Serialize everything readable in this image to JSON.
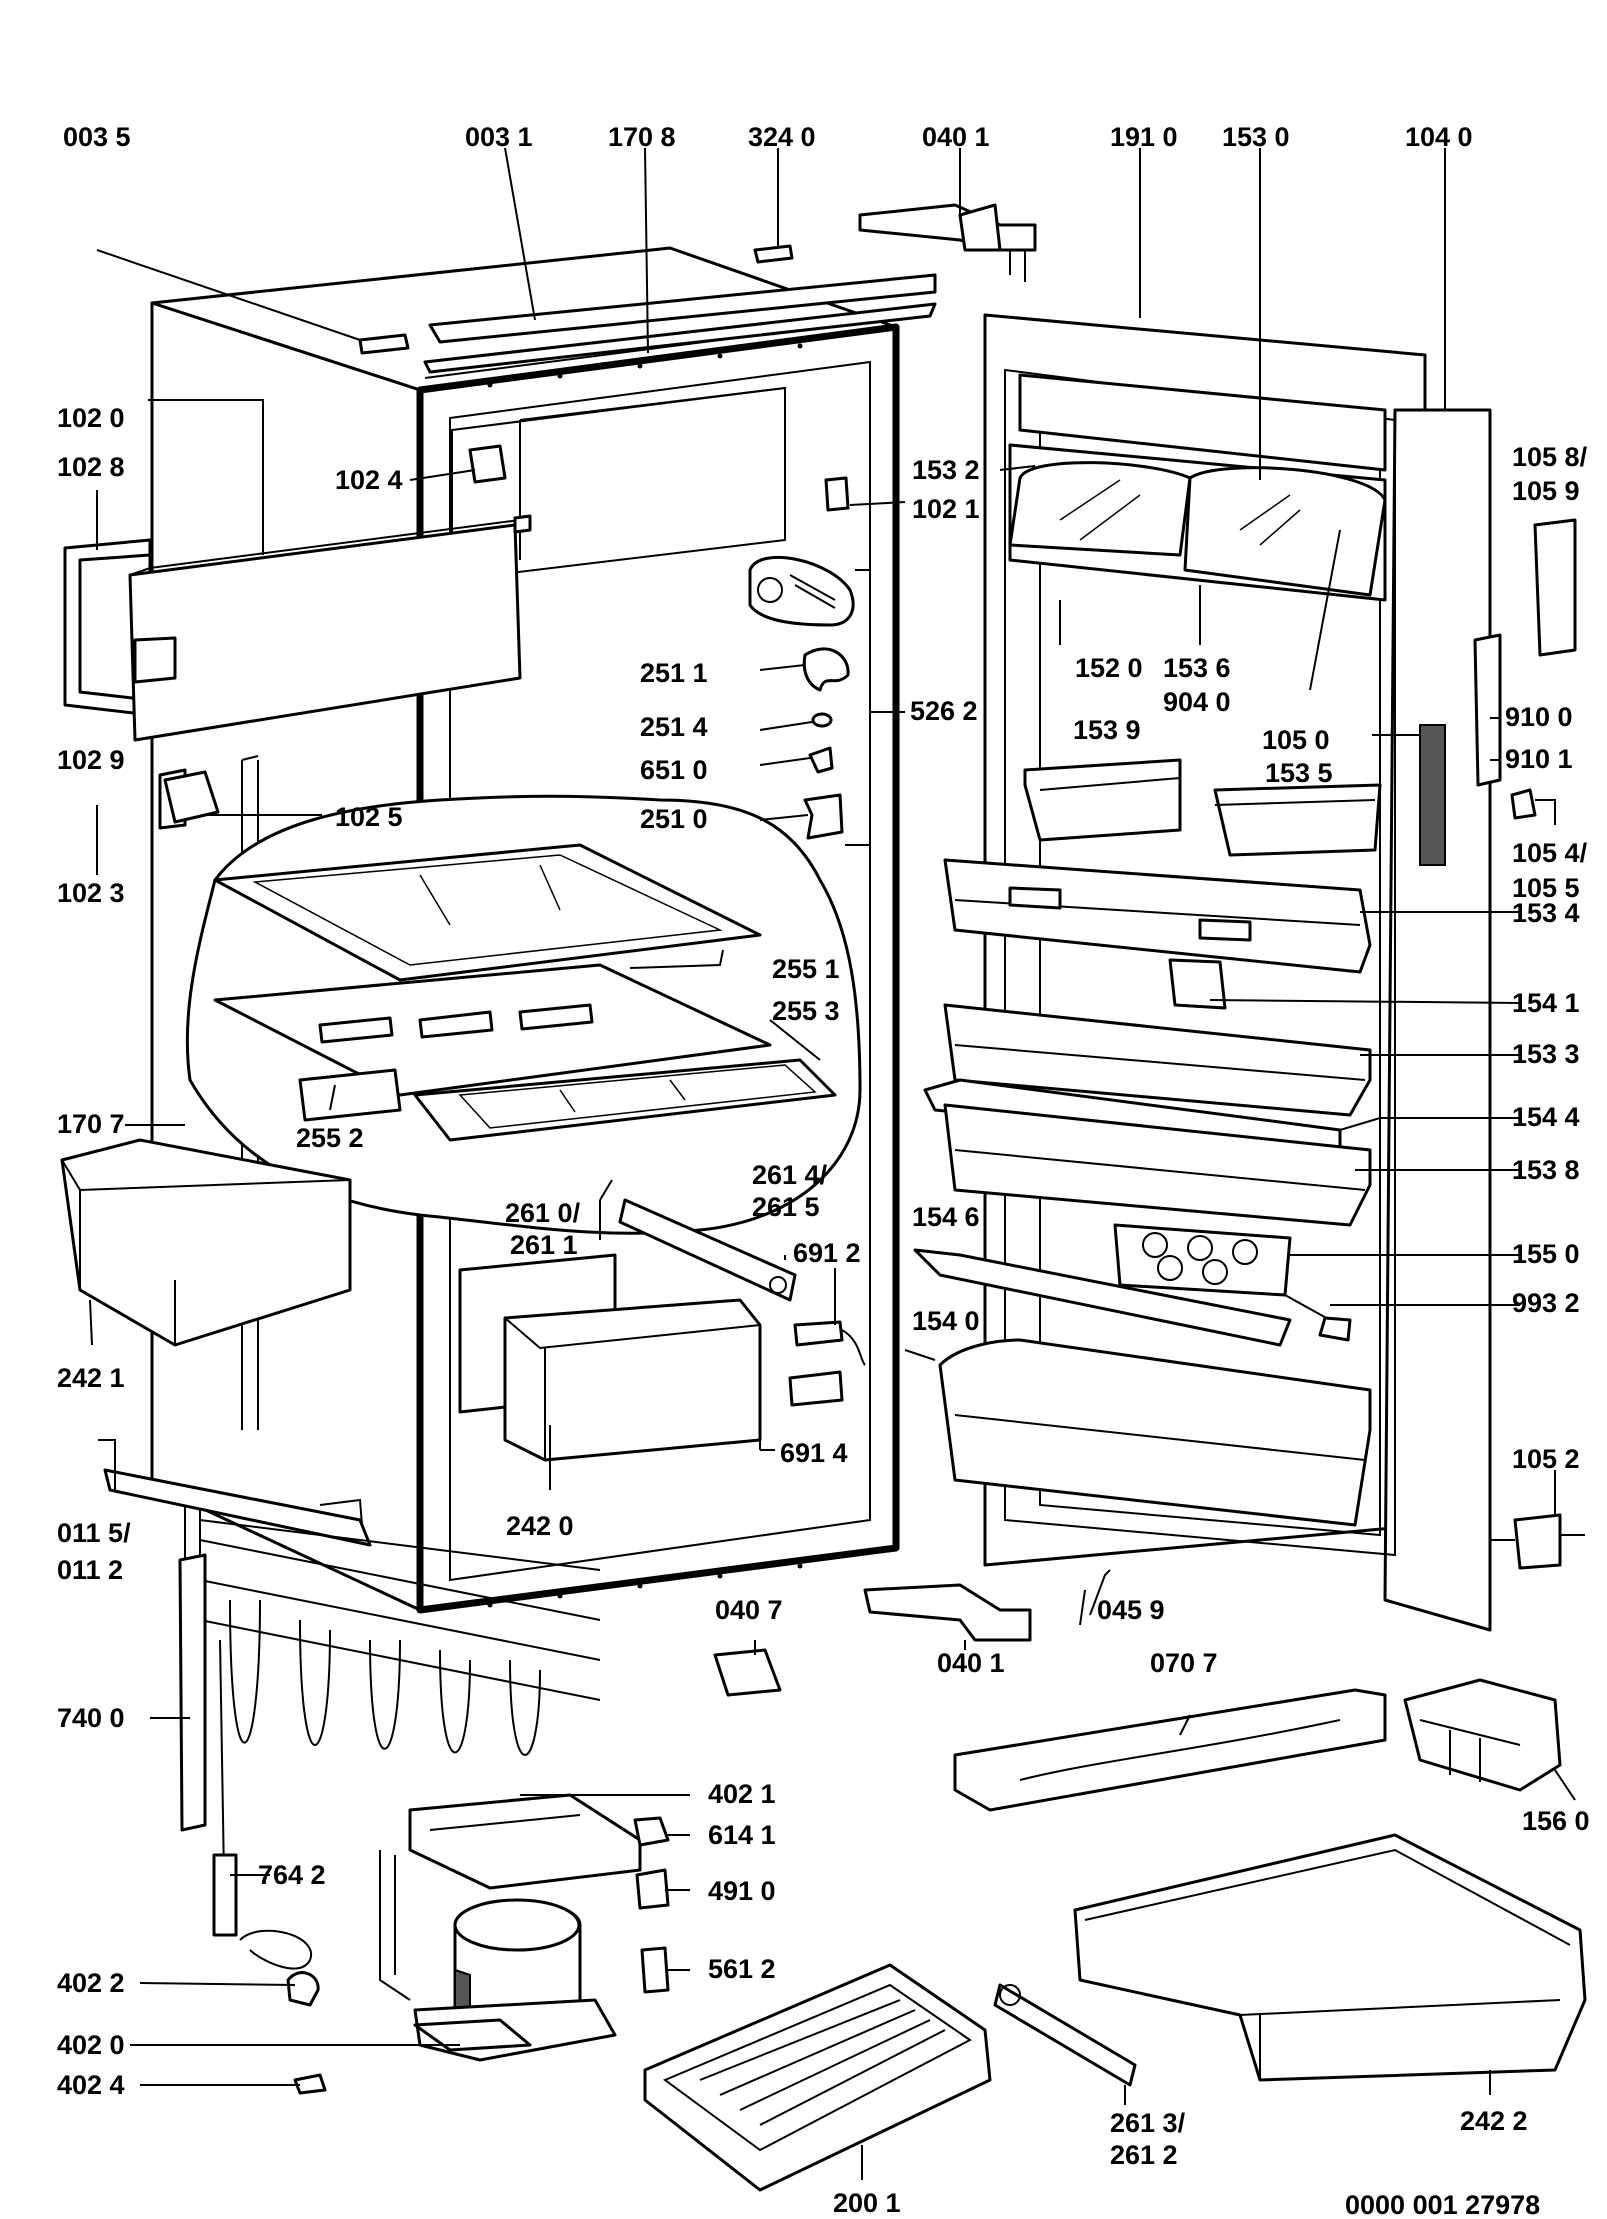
{
  "labels": {
    "l0035": "003 5",
    "l0031": "003 1",
    "l1708": "170 8",
    "l3240": "324 0",
    "l0401a": "040 1",
    "l1910": "191 0",
    "l1530": "153 0",
    "l1040": "104 0",
    "l1020": "102 0",
    "l1028": "102 8",
    "l1024": "102 4",
    "l1532": "153 2",
    "l1021": "102 1",
    "l1058": "105 8/",
    "l1059": "105 9",
    "l1029": "102 9",
    "l1025": "102 5",
    "l1023": "102 3",
    "l2511": "251 1",
    "l2514": "251 4",
    "l6510": "651 0",
    "l2510": "251 0",
    "l5262": "526 2",
    "l1520": "152 0",
    "l1536": "153 6",
    "l9040": "904 0",
    "l1539": "153 9",
    "l1050": "105 0",
    "l1535": "153 5",
    "l9100": "910 0",
    "l9101": "910 1",
    "l1054": "105 4/",
    "l1055": "105 5",
    "l1534": "153 4",
    "l2551": "255 1",
    "l2553": "255 3",
    "l1541": "154 1",
    "l1533": "153 3",
    "l1544": "154 4",
    "l1538": "153 8",
    "l1707": "170 7",
    "l2552": "255 2",
    "l2614": "261 4/",
    "l2615": "261 5",
    "l2610": "261 0/",
    "l2611": "261 1",
    "l1546": "154 6",
    "l6912": "691 2",
    "l1550": "155 0",
    "l9932": "993 2",
    "l1540": "154 0",
    "l2421": "242 1",
    "l6914": "691 4",
    "l1052": "105 2",
    "l0115": "011 5/",
    "l0112": "011 2",
    "l2420": "242 0",
    "l0459": "045 9",
    "l0407": "040 7",
    "l0401b": "040 1",
    "l0707": "070 7",
    "l7400": "740 0",
    "l4021": "402 1",
    "l1560": "156 0",
    "l6141": "614 1",
    "l7642": "764 2",
    "l4910": "491 0",
    "l4022": "402 2",
    "l5612": "561 2",
    "l4020": "402 0",
    "l4024": "402 4",
    "l2613": "261 3/",
    "l2612": "261 2",
    "l2422": "242 2",
    "l2001": "200 1",
    "docnum": "0000 001 27978"
  }
}
